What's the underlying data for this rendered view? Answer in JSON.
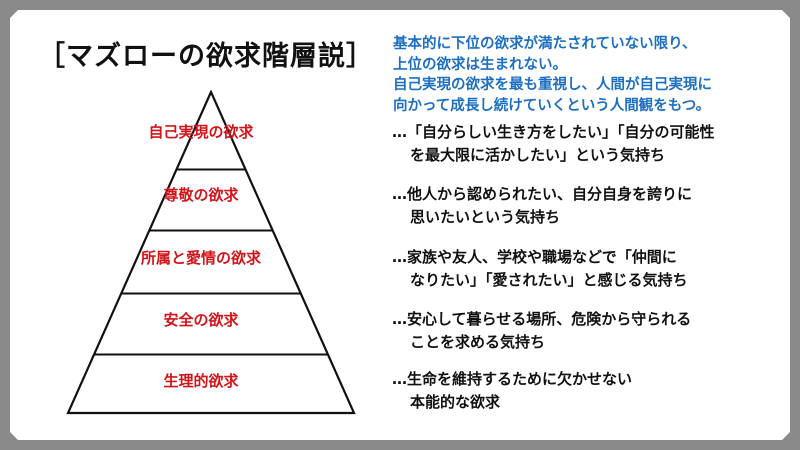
{
  "title": "［マズローの欲求階層説］",
  "note": {
    "lines": [
      "基本的に下位の欲求が満たされていない限り、",
      "上位の欲求は生まれない。",
      "自己実現の欲求を最も重視し、人間が自己実現に",
      "向かって成長し続けていくという人間観をもつ。"
    ]
  },
  "levels": [
    {
      "label": "自己実現の欲求",
      "desc": [
        "…「自分らしい生き方をしたい」「自分の可能性",
        "を最大限に活かしたい」という気持ち"
      ]
    },
    {
      "label": "尊敬の欲求",
      "desc": [
        "…他人から認められたい、自分自身を誇りに",
        "思いたいという気持ち"
      ]
    },
    {
      "label": "所属と愛情の欲求",
      "desc": [
        "…家族や友人、学校や職場などで「仲間に",
        "なりたい」「愛されたい」と感じる気持ち"
      ]
    },
    {
      "label": "安全の欲求",
      "desc": [
        "…安心して暮らせる場所、危険から守られる",
        "ことを求める気持ち"
      ]
    },
    {
      "label": "生理的欲求",
      "desc": [
        "…生命を維持するために欠かせない",
        "本能的な欲求"
      ]
    }
  ],
  "colors": {
    "label": "#d0161b",
    "note": "#1d6fc2",
    "text": "#111111",
    "board": "#ffffff",
    "frame": "#8a8a8a"
  }
}
